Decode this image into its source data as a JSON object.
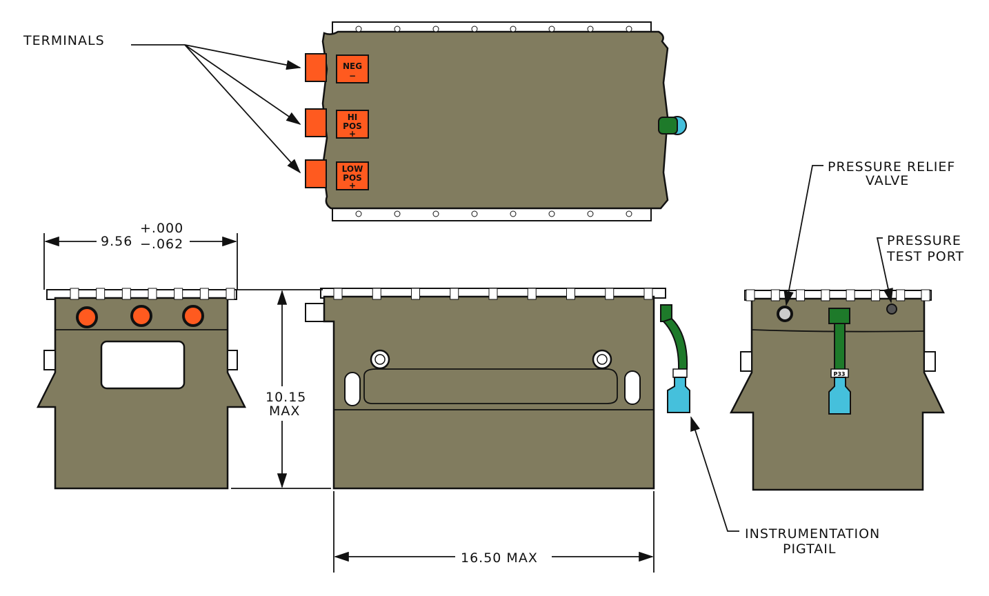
{
  "title": "Battery outline drawing",
  "colors": {
    "body": "#817c5f",
    "terminal": "#ff5a1f",
    "pigtail": "#1e7a2a",
    "connector": "#45c0dc"
  },
  "labels": {
    "terminals": "TERMINALS",
    "neg": [
      "NEG",
      "−"
    ],
    "hi_pos": [
      "HI",
      "POS",
      "+"
    ],
    "low_pos": [
      "LOW",
      "POS",
      "+"
    ],
    "pressure_relief": [
      "PRESSURE RELIEF",
      "VALVE"
    ],
    "pressure_test": [
      "PRESSURE",
      "TEST PORT"
    ],
    "pigtail": [
      "INSTRUMENTATION",
      "PIGTAIL"
    ],
    "connector_tag": "P33"
  },
  "dimensions": {
    "width": "9.56",
    "width_tol_plus": "+.000",
    "width_tol_minus": "−.062",
    "height": [
      "10.15",
      "MAX"
    ],
    "length": "16.50 MAX"
  }
}
